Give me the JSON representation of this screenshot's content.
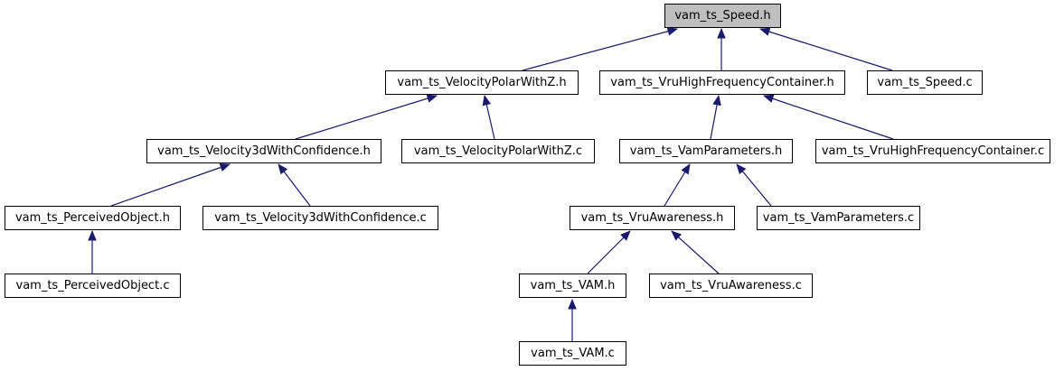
{
  "diagram": {
    "nodes": {
      "speed_h": {
        "label": "vam_ts_Speed.h",
        "highlighted": true
      },
      "vpwz_h": {
        "label": "vam_ts_VelocityPolarWithZ.h",
        "highlighted": false
      },
      "vhfc_h": {
        "label": "vam_ts_VruHighFrequencyContainer.h",
        "highlighted": false
      },
      "speed_c": {
        "label": "vam_ts_Speed.c",
        "highlighted": false
      },
      "v3dc_h": {
        "label": "vam_ts_Velocity3dWithConfidence.h",
        "highlighted": false
      },
      "vpwz_c": {
        "label": "vam_ts_VelocityPolarWithZ.c",
        "highlighted": false
      },
      "vamp_h": {
        "label": "vam_ts_VamParameters.h",
        "highlighted": false
      },
      "vhfc_c": {
        "label": "vam_ts_VruHighFrequencyContainer.c",
        "highlighted": false
      },
      "po_h": {
        "label": "vam_ts_PerceivedObject.h",
        "highlighted": false
      },
      "v3dc_c": {
        "label": "vam_ts_Velocity3dWithConfidence.c",
        "highlighted": false
      },
      "vrua_h": {
        "label": "vam_ts_VruAwareness.h",
        "highlighted": false
      },
      "vamp_c": {
        "label": "vam_ts_VamParameters.c",
        "highlighted": false
      },
      "po_c": {
        "label": "vam_ts_PerceivedObject.c",
        "highlighted": false
      },
      "vam_h": {
        "label": "vam_ts_VAM.h",
        "highlighted": false
      },
      "vrua_c": {
        "label": "vam_ts_VruAwareness.c",
        "highlighted": false
      },
      "vam_c": {
        "label": "vam_ts_VAM.c",
        "highlighted": false
      }
    },
    "edges": [
      {
        "from": "vpwz_h",
        "to": "speed_h"
      },
      {
        "from": "vhfc_h",
        "to": "speed_h"
      },
      {
        "from": "speed_c",
        "to": "speed_h"
      },
      {
        "from": "v3dc_h",
        "to": "vpwz_h"
      },
      {
        "from": "vpwz_c",
        "to": "vpwz_h"
      },
      {
        "from": "vamp_h",
        "to": "vhfc_h"
      },
      {
        "from": "vhfc_c",
        "to": "vhfc_h"
      },
      {
        "from": "po_h",
        "to": "v3dc_h"
      },
      {
        "from": "v3dc_c",
        "to": "v3dc_h"
      },
      {
        "from": "vrua_h",
        "to": "vamp_h"
      },
      {
        "from": "vamp_c",
        "to": "vamp_h"
      },
      {
        "from": "po_c",
        "to": "po_h"
      },
      {
        "from": "vam_h",
        "to": "vrua_h"
      },
      {
        "from": "vrua_c",
        "to": "vrua_h"
      },
      {
        "from": "vam_c",
        "to": "vam_h"
      }
    ],
    "colors": {
      "edge-color": "#191970",
      "node-border-color": "#000000",
      "node-fill": "#ffffff",
      "node-text-color": "#000000",
      "highlight-fill": "#bfbfbf",
      "page-bg": "#ffffff"
    }
  }
}
